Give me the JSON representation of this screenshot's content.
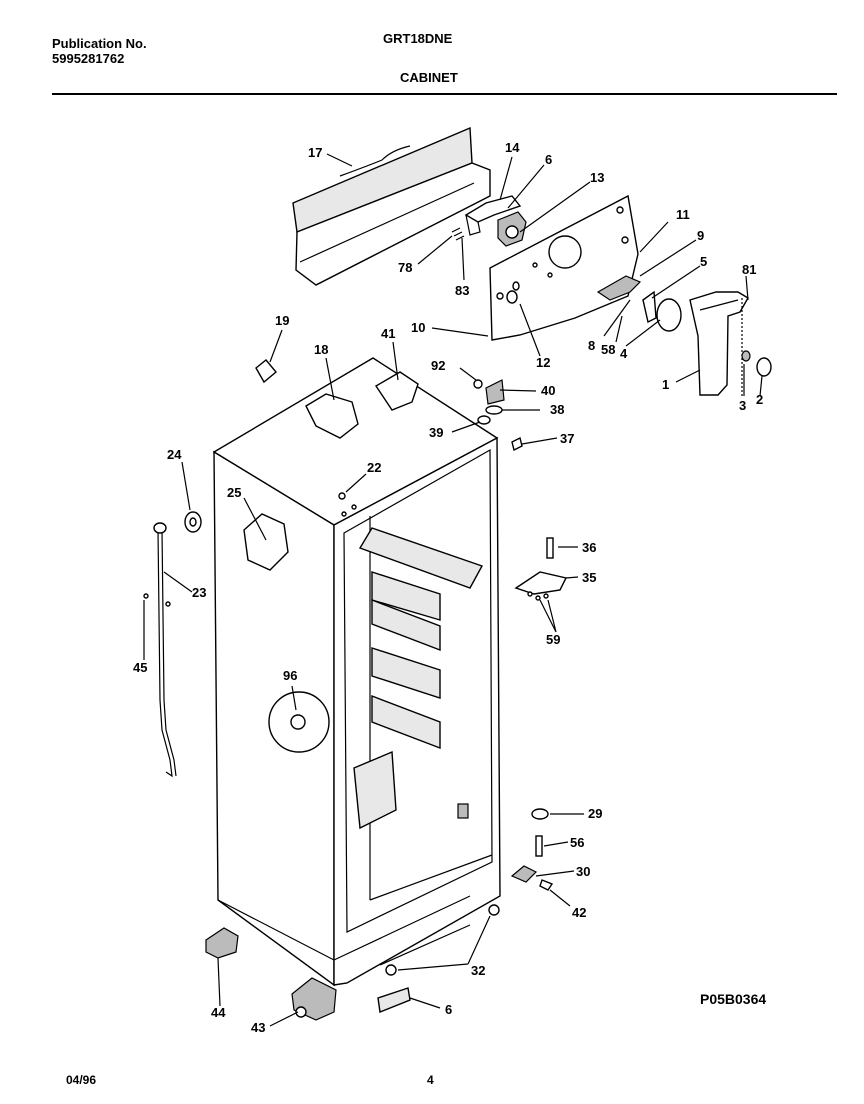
{
  "header": {
    "publication_label": "Publication No.",
    "publication_number": "5995281762",
    "model": "GRT18DNE",
    "section": "CABINET"
  },
  "footer": {
    "date": "04/96",
    "page": "4"
  },
  "figure_id": "P05B0364",
  "callouts": {
    "c17": "17",
    "c14": "14",
    "c6a": "6",
    "c13": "13",
    "c11": "11",
    "c9": "9",
    "c5": "5",
    "c81": "81",
    "c78": "78",
    "c83": "83",
    "c10": "10",
    "c12": "12",
    "c8": "8",
    "c58": "58",
    "c4": "4",
    "c1": "1",
    "c3": "3",
    "c2": "2",
    "c19": "19",
    "c18": "18",
    "c41": "41",
    "c92": "92",
    "c40": "40",
    "c38": "38",
    "c39": "39",
    "c37": "37",
    "c24": "24",
    "c22": "22",
    "c25": "25",
    "c23": "23",
    "c45": "45",
    "c36": "36",
    "c35": "35",
    "c59": "59",
    "c96": "96",
    "c29": "29",
    "c56": "56",
    "c30": "30",
    "c42": "42",
    "c32": "32",
    "c44": "44",
    "c43": "43",
    "c6b": "6"
  }
}
